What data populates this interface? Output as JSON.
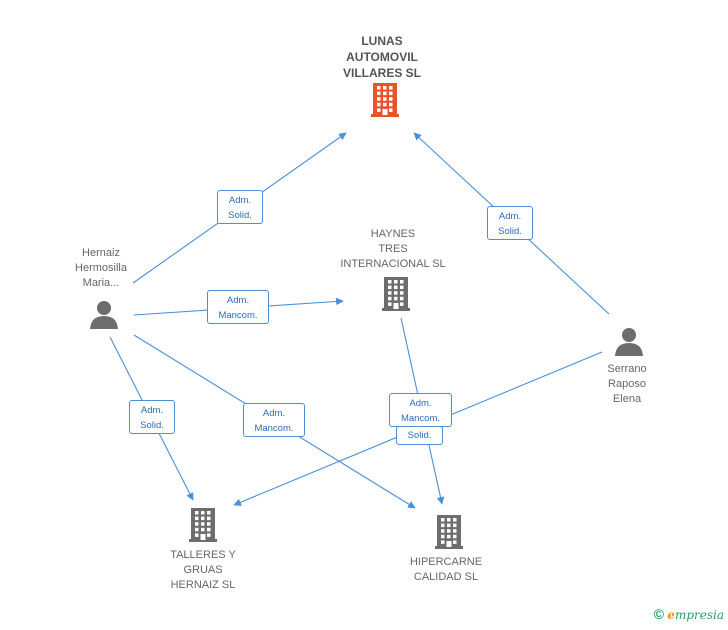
{
  "companies": {
    "lunas": {
      "label_lines": [
        "LUNAS",
        "AUTOMOVIL",
        "VILLARES SL"
      ],
      "icon": "building-icon",
      "color": "#e8542a"
    },
    "haynes": {
      "label_lines": [
        "HAYNES",
        "TRES",
        "INTERNACIONAL SL"
      ],
      "icon": "building-icon",
      "color": "#6d6d6d"
    },
    "talleres": {
      "label_lines": [
        "TALLERES Y",
        "GRUAS",
        "HERNAIZ SL"
      ],
      "icon": "building-icon",
      "color": "#6d6d6d"
    },
    "hipercarne": {
      "label_lines": [
        "HIPERCARNE",
        "CALIDAD SL"
      ],
      "icon": "building-icon",
      "color": "#6d6d6d"
    }
  },
  "people": {
    "hernaiz": {
      "label_lines": [
        "Hernaiz",
        "Hermosilla",
        "Maria..."
      ],
      "icon": "person-icon",
      "color": "#6d6d6d"
    },
    "serrano": {
      "label_lines": [
        "Serrano",
        "Raposo",
        "Elena"
      ],
      "icon": "person-icon",
      "color": "#6d6d6d"
    }
  },
  "relations": [
    {
      "from": "hernaiz",
      "to": "lunas",
      "role_lines": [
        "Adm.",
        "Solid."
      ]
    },
    {
      "from": "hernaiz",
      "to": "haynes",
      "role_lines": [
        "Adm.",
        "Mancom."
      ]
    },
    {
      "from": "hernaiz",
      "to": "talleres",
      "role_lines": [
        "Adm.",
        "Solid."
      ]
    },
    {
      "from": "hernaiz",
      "to": "hipercarne",
      "role_lines": [
        "Adm.",
        "Mancom."
      ]
    },
    {
      "from": "serrano",
      "to": "lunas",
      "role_lines": [
        "Adm.",
        "Solid."
      ]
    },
    {
      "from": "serrano",
      "to": "talleres",
      "role_lines": [
        "Solid."
      ]
    },
    {
      "from": "haynes",
      "to": "hipercarne",
      "role_lines": [
        "Adm.",
        "Mancom."
      ]
    }
  ],
  "colors": {
    "edge": "#4a90d9",
    "badge_text": "#2d6cb5"
  },
  "copyright": {
    "symbol": "©",
    "brand_initial": "e",
    "brand_rest": "mpresia"
  }
}
